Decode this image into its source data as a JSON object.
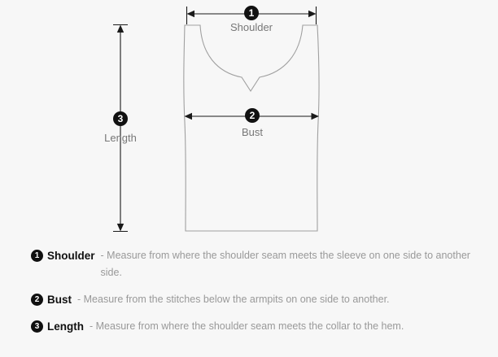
{
  "diagram": {
    "garment": "tank-top-outline",
    "measurements": [
      {
        "num": "1",
        "label": "Shoulder"
      },
      {
        "num": "2",
        "label": "Bust"
      },
      {
        "num": "3",
        "label": "Length"
      }
    ]
  },
  "legend": {
    "items": [
      {
        "num": "1",
        "term": "Shoulder",
        "desc": "- Measure from where the shoulder seam meets the sleeve on one side to another side."
      },
      {
        "num": "2",
        "term": "Bust",
        "desc": "- Measure from the stitches below the armpits on one side to another."
      },
      {
        "num": "3",
        "term": "Length",
        "desc": "- Measure from where the shoulder seam meets the collar to the hem."
      }
    ]
  },
  "colors": {
    "background": "#f7f7f7",
    "badge": "#111111",
    "outline": "#a0a0a0",
    "arrow": "#1a1a1a",
    "label": "#777777",
    "description": "#999999"
  }
}
